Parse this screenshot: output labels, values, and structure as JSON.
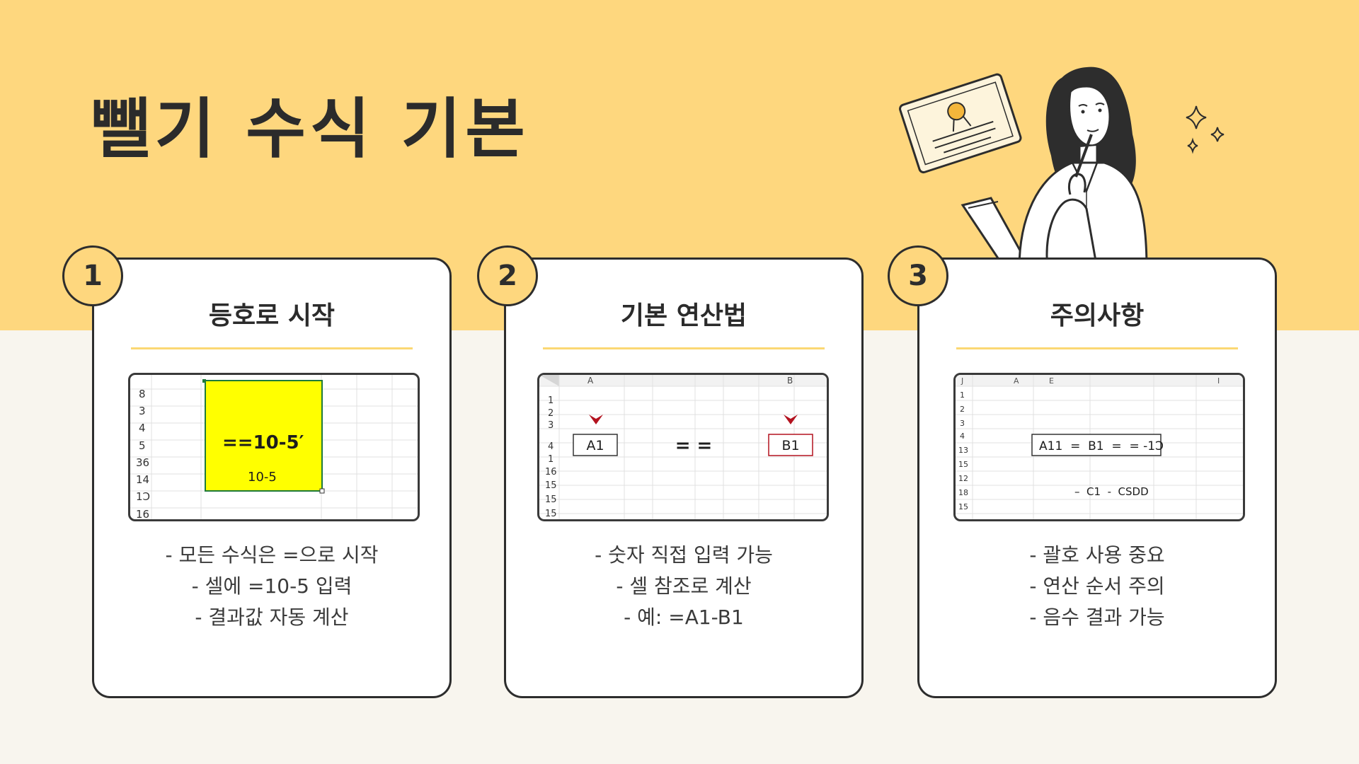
{
  "title": "뺄기 수식 기본",
  "cards": [
    {
      "number": "1",
      "heading": "등호로 시작",
      "sheet": {
        "row_labels": [
          "8",
          "3",
          "4",
          "5",
          "36",
          "14",
          "1Ɔ",
          "16"
        ],
        "formula": "==10-5′",
        "result": "10-5",
        "highlight_color": "#ffff00"
      },
      "bullets": [
        "- 모든 수식은 =으로 시작",
        "- 셀에 =10-5 입력",
        "- 결과값 자동 계산"
      ]
    },
    {
      "number": "2",
      "heading": "기본 연산법",
      "sheet": {
        "col_a": "A",
        "col_b": "B",
        "row_labels": [
          "1",
          "2",
          "3",
          "4",
          "1",
          "16",
          "15",
          "15",
          "15"
        ],
        "cell_left": "A1",
        "operator": "= =",
        "cell_right": "B1",
        "arrow_color": "#b3121f"
      },
      "bullets": [
        "- 숫자 직접 입력 가능",
        "- 셀 참조로 계산",
        "- 예: =A1-B1"
      ]
    },
    {
      "number": "3",
      "heading": "주의사항",
      "sheet": {
        "corner": "J",
        "col_a": "A",
        "col_e": "E",
        "col_i": "I",
        "row_labels": [
          "1",
          "2",
          "3",
          "4",
          "13",
          "15",
          "12",
          "18",
          "15"
        ],
        "formula": "A11  =  B1  =  = -1Ɔ",
        "note": "–  C1  -  CSDD"
      },
      "bullets": [
        "- 괄호 사용 중요",
        "- 연산 순서 주의",
        "- 음수 결과 가능"
      ]
    }
  ],
  "colors": {
    "band": "#fed77e",
    "background": "#f8f5ee",
    "divider": "#fbd873",
    "ink": "#2d2d2d"
  }
}
